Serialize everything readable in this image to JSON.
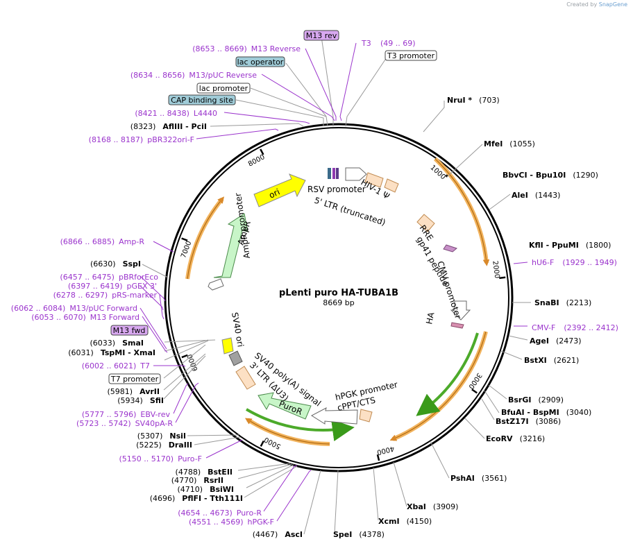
{
  "credit": {
    "prefix": "Created by",
    "brand": "SnapGene"
  },
  "plasmid": {
    "name": "pLenti puro HA-TUBA1B",
    "length": "8669 bp",
    "bp": 8669
  },
  "ticks": [
    {
      "pos": 1000,
      "label": "1000"
    },
    {
      "pos": 2000,
      "label": "2000"
    },
    {
      "pos": 3000,
      "label": "3000"
    },
    {
      "pos": 4000,
      "label": "4000"
    },
    {
      "pos": 5000,
      "label": "5000"
    },
    {
      "pos": 6000,
      "label": "6000"
    },
    {
      "pos": 7000,
      "label": "7000"
    },
    {
      "pos": 8000,
      "label": "8000"
    }
  ],
  "enzymes_right": [
    {
      "name": "NruI *",
      "pos": "(703)"
    },
    {
      "name": "MfeI",
      "pos": "(1055)"
    },
    {
      "name": "BbvCI  - Bpu10I",
      "pos": "(1290)"
    },
    {
      "name": "AleI",
      "pos": "(1443)"
    },
    {
      "name": "KflI  - PpuMI",
      "pos": "(1800)"
    },
    {
      "name": "SnaBI",
      "pos": "(2213)"
    },
    {
      "name": "AgeI",
      "pos": "(2473)"
    },
    {
      "name": "BstXI",
      "pos": "(2621)"
    },
    {
      "name": "BsrGI",
      "pos": "(2909)"
    },
    {
      "name": "BfuAI  - BspMI",
      "pos": "(3040)"
    },
    {
      "name": "BstZ17I",
      "pos": "(3086)"
    },
    {
      "name": "EcoRV",
      "pos": "(3216)"
    },
    {
      "name": "PshAI",
      "pos": "(3561)"
    },
    {
      "name": "XbaI",
      "pos": "(3909)"
    },
    {
      "name": "XcmI",
      "pos": "(4150)"
    },
    {
      "name": "SpeI",
      "pos": "(4378)"
    }
  ],
  "enzymes_left": [
    {
      "name": "AflIII  - PciI",
      "pos": "(8323)"
    },
    {
      "name": "SspI",
      "pos": "(6630)"
    },
    {
      "name": "SmaI",
      "pos": "(6033)"
    },
    {
      "name": "TspMI  - XmaI",
      "pos": "(6031)"
    },
    {
      "name": "AvrII",
      "pos": "(5981)"
    },
    {
      "name": "SfiI",
      "pos": "(5934)"
    },
    {
      "name": "NsiI",
      "pos": "(5307)"
    },
    {
      "name": "DraIII",
      "pos": "(5225)"
    },
    {
      "name": "BstEII",
      "pos": "(4788)"
    },
    {
      "name": "RsrII",
      "pos": "(4770)"
    },
    {
      "name": "BsiWI",
      "pos": "(4710)"
    },
    {
      "name": "PflFI  - Tth111I",
      "pos": "(4696)"
    },
    {
      "name": "AscI",
      "pos": "(4467)"
    }
  ],
  "primers_right": [
    {
      "name": "hU6-F",
      "range": "(1929 .. 1949)"
    },
    {
      "name": "CMV-F",
      "range": "(2392 .. 2412)"
    }
  ],
  "primers_left": [
    {
      "range": "(8653 .. 8669)",
      "name": "M13 Reverse"
    },
    {
      "range": "(8634 .. 8656)",
      "name": "M13/pUC Reverse"
    },
    {
      "range": "(8421 .. 8438)",
      "name": "L4440"
    },
    {
      "range": "(8168 .. 8187)",
      "name": "pBR322ori-F"
    },
    {
      "range": "(6866 .. 6885)",
      "name": "Amp-R"
    },
    {
      "range": "(6457 .. 6475)",
      "name": "pBRforEco"
    },
    {
      "range": "(6397 .. 6419)",
      "name": "pGEX 3'"
    },
    {
      "range": "(6278 .. 6297)",
      "name": "pRS-marker"
    },
    {
      "range": "(6062 .. 6084)",
      "name": "M13/pUC Forward"
    },
    {
      "range": "(6053 .. 6070)",
      "name": "M13 Forward"
    },
    {
      "range": "(6002 .. 6021)",
      "name": "T7"
    },
    {
      "range": "(5777 .. 5796)",
      "name": "EBV-rev"
    },
    {
      "range": "(5723 .. 5742)",
      "name": "SV40pA-R"
    },
    {
      "range": "(5150 .. 5170)",
      "name": "Puro-F"
    },
    {
      "range": "(4654 .. 4673)",
      "name": "Puro-R"
    },
    {
      "range": "(4551 .. 4569)",
      "name": "hPGK-F"
    }
  ],
  "t3": {
    "name": "T3",
    "range": "(49 .. 69)"
  },
  "boxes": {
    "m13rev": "M13 rev",
    "t3promoter": "T3 promoter",
    "lacop": "lac operator",
    "lacpromoter": "lac promoter",
    "cap": "CAP binding site",
    "m13fwd": "M13 fwd",
    "t7promoter": "T7 promoter"
  },
  "features": {
    "rsv": "RSV promoter",
    "ltr5": "5' LTR (truncated)",
    "hiv": "HIV-1 Ψ",
    "rre": "RRE",
    "gp41": "gp41 peptide",
    "cmv": "CMV promoter",
    "ha": "HA",
    "hpgk": "hPGK promoter",
    "cppt": "cPPT/CTS",
    "puror": "PuroR",
    "sv40pa": "SV40 poly(A) signal",
    "ltr3": "3' LTR (ΔU3)",
    "sv40ori": "SV40 ori",
    "amppromoter": "AmpR promoter",
    "ampr": "AmpR",
    "ori": "ori"
  },
  "colors": {
    "primer": "#9a33cc",
    "orf": "#f2b35d",
    "orf_dark": "#b06a10",
    "orf_green": "#4caa2a",
    "puro_fill": "#c8f5c8",
    "ampr_fill": "#c8f5c8",
    "ori_fill": "#ffff00",
    "ltr_fill": "#fce0c4",
    "box_purple": "#d8a8f0",
    "box_teal": "#a0ccd8"
  }
}
